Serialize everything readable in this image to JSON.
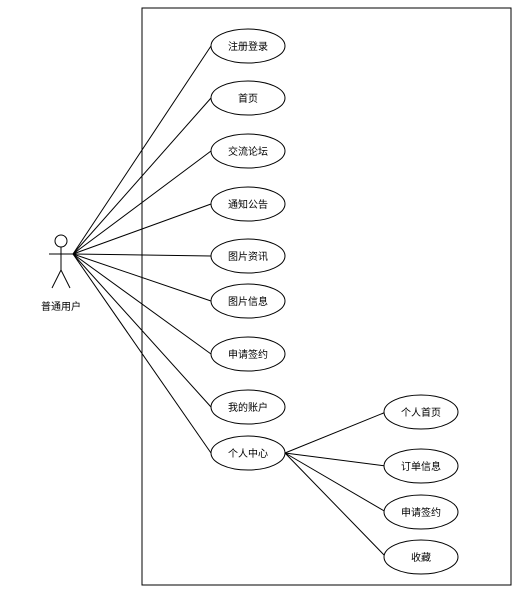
{
  "actor": {
    "label": "普通用户"
  },
  "use_cases": [
    {
      "id": "uc-register-login",
      "label": "注册登录"
    },
    {
      "id": "uc-home",
      "label": "首页"
    },
    {
      "id": "uc-forum",
      "label": "交流论坛"
    },
    {
      "id": "uc-notice",
      "label": "通知公告"
    },
    {
      "id": "uc-image-news",
      "label": "图片资讯"
    },
    {
      "id": "uc-image-info",
      "label": "图片信息"
    },
    {
      "id": "uc-apply-sign",
      "label": "申请签约"
    },
    {
      "id": "uc-my-account",
      "label": "我的账户"
    },
    {
      "id": "uc-personal-center",
      "label": "个人中心"
    }
  ],
  "sub_use_cases": [
    {
      "id": "uc-personal-home",
      "label": "个人首页"
    },
    {
      "id": "uc-order-info",
      "label": "订单信息"
    },
    {
      "id": "uc-sub-apply-sign",
      "label": "申请签约"
    },
    {
      "id": "uc-favorites",
      "label": "收藏"
    }
  ],
  "colors": {
    "stroke": "#000000",
    "fill": "#ffffff",
    "text": "#000000"
  }
}
